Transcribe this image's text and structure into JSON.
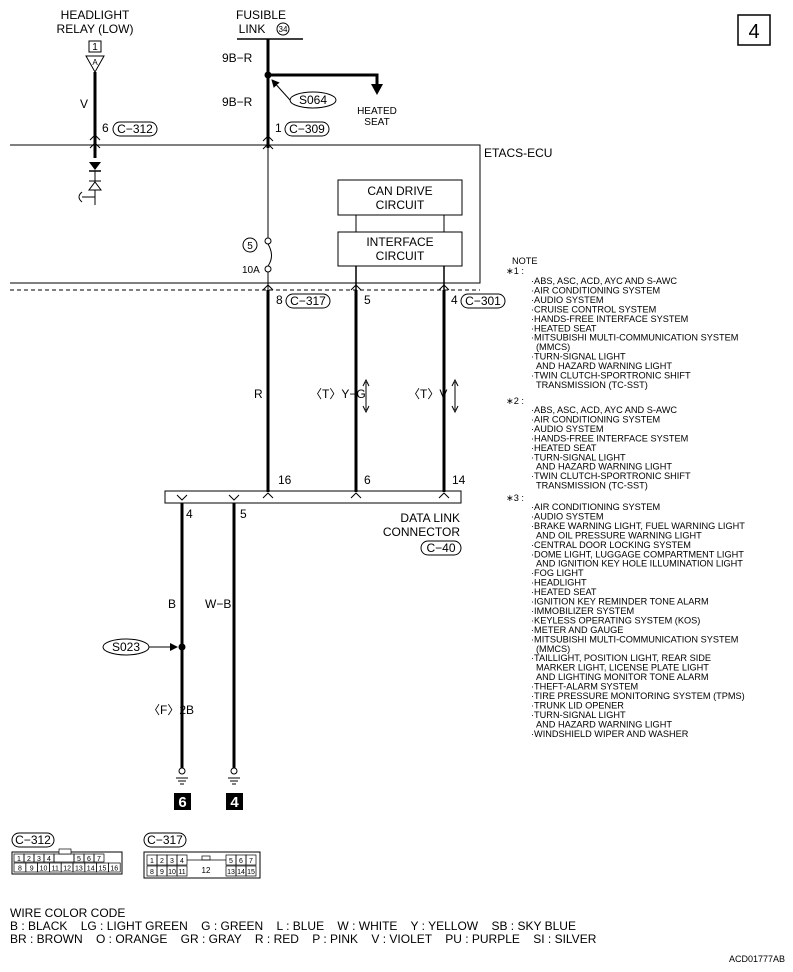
{
  "page_number": "4",
  "headlight_relay": {
    "line1": "HEADLIGHT",
    "line2": "RELAY (LOW)",
    "pin": "1",
    "pin2": "A"
  },
  "fusible_link": {
    "label": "FUSIBLE",
    "label2": "LINK",
    "number": "34"
  },
  "wires": {
    "w_9br_top": "9B−R",
    "w_9br": "9B−R",
    "w_v": "V",
    "w_r": "R",
    "w_tyg": "〈T〉Y−G",
    "w_tv": "〈T〉V",
    "w_b": "B",
    "w_wb": "W−B",
    "w_f2b": "〈F〉2B"
  },
  "splices": {
    "s064": "S064",
    "s023": "S023"
  },
  "heated_seat": {
    "line1": "HEATED",
    "line2": "SEAT"
  },
  "ecu": {
    "label": "ETACS-ECU",
    "can_drive": {
      "line1": "CAN DRIVE",
      "line2": "CIRCUIT"
    },
    "interface": {
      "line1": "INTERFACE",
      "line2": "CIRCUIT"
    },
    "fuse_number": "5",
    "fuse_amp": "10A"
  },
  "pins": {
    "p6": "6",
    "c312": "C−312",
    "p1": "1",
    "c309": "C−309",
    "p8": "8",
    "c317": "C−317",
    "p5": "5",
    "p4": "4",
    "c301": "C−301",
    "d16": "16",
    "d6": "6",
    "d14": "14",
    "d4": "4",
    "d5": "5"
  },
  "dlc": {
    "line1": "DATA LINK",
    "line2": "CONNECTOR",
    "code": "C−40"
  },
  "grounds": {
    "g6": "6",
    "g4": "4"
  },
  "notes": {
    "title": "NOTE",
    "n1_mark": "∗1 :",
    "n1": [
      "·ABS, ASC, ACD, AYC AND S-AWC",
      "·AIR CONDITIONING SYSTEM",
      "·AUDIO SYSTEM",
      "·CRUISE CONTROL SYSTEM",
      "·HANDS-FREE INTERFACE SYSTEM",
      "·HEATED SEAT",
      "·MITSUBISHI MULTI-COMMUNICATION SYSTEM",
      "(MMCS)",
      "·TURN-SIGNAL LIGHT",
      "AND HAZARD WARNING LIGHT",
      "·TWIN CLUTCH-SPORTRONIC SHIFT",
      "TRANSMISSION (TC-SST)"
    ],
    "n2_mark": "∗2 :",
    "n2": [
      "·ABS, ASC, ACD, AYC AND S-AWC",
      "·AIR CONDITIONING SYSTEM",
      "·AUDIO SYSTEM",
      "·HANDS-FREE INTERFACE SYSTEM",
      "·HEATED SEAT",
      "·TURN-SIGNAL LIGHT",
      "AND HAZARD WARNING LIGHT",
      "·TWIN CLUTCH-SPORTRONIC SHIFT",
      "TRANSMISSION (TC-SST)"
    ],
    "n3_mark": "∗3 :",
    "n3": [
      "·AIR CONDITIONING SYSTEM",
      "·AUDIO SYSTEM",
      "·BRAKE WARNING LIGHT, FUEL WARNING LIGHT",
      "AND OIL PRESSURE WARNING LIGHT",
      "·CENTRAL DOOR LOCKING SYSTEM",
      "·DOME LIGHT, LUGGAGE COMPARTMENT LIGHT",
      "AND IGNITION KEY HOLE ILLUMINATION LIGHT",
      "·FOG LIGHT",
      "·HEADLIGHT",
      "·HEATED SEAT",
      "·IGNITION KEY REMINDER TONE ALARM",
      "·IMMOBILIZER SYSTEM",
      "·KEYLESS OPERATING SYSTEM (KOS)",
      "·METER AND GAUGE",
      "·MITSUBISHI MULTI-COMMUNICATION SYSTEM",
      "(MMCS)",
      "·TAILLIGHT, POSITION LIGHT, REAR SIDE",
      "MARKER LIGHT, LICENSE PLATE LIGHT",
      "AND LIGHTING MONITOR TONE ALARM",
      "·THEFT-ALARM SYSTEM",
      "·TIRE PRESSURE MONITORING SYSTEM (TPMS)",
      "·TRUNK LID OPENER",
      "·TURN-SIGNAL LIGHT",
      "AND HAZARD WARNING LIGHT",
      "·WINDSHIELD WIPER AND WASHER"
    ]
  },
  "connectors": {
    "c312_label": "C−312",
    "c312_row1": [
      "1",
      "2",
      "3",
      "4",
      "",
      "5",
      "6",
      "7"
    ],
    "c312_row2": [
      "8",
      "9",
      "10",
      "11",
      "12",
      "13",
      "14",
      "15",
      "16"
    ],
    "c317_label": "C−317",
    "c317_row1": [
      "1",
      "2",
      "3",
      "4",
      "5",
      "6",
      "7"
    ],
    "c317_row2": [
      "8",
      "9",
      "10",
      "11",
      "13",
      "14",
      "15"
    ],
    "c317_center": "12"
  },
  "wire_color_code": {
    "title": "WIRE COLOR CODE",
    "line1": "B : BLACK    LG : LIGHT GREEN    G : GREEN    L : BLUE    W : WHITE    Y : YELLOW    SB : SKY BLUE",
    "line2": "BR : BROWN    O : ORANGE    GR : GRAY    R : RED    P : PINK    V : VIOLET    PU : PURPLE    SI : SILVER"
  },
  "doc_code": "ACD01777AB"
}
